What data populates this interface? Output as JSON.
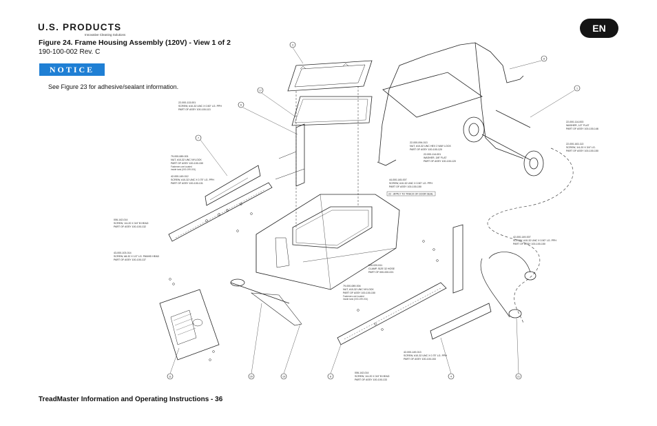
{
  "header": {
    "logo_text": "U.S. PRODUCTS",
    "logo_tagline": "Innovative Cleaning Solutions",
    "language_badge": "EN"
  },
  "figure": {
    "title": "Figure 24.  Frame Housing Assembly (120V) - View 1 of 2",
    "revision": "190-100-002 Rev. C"
  },
  "notice": {
    "label": "NOTICE",
    "text": "See Figure 23 for adhesive/sealant information."
  },
  "callouts": {
    "c1": [
      "22-000-113-001",
      "SCREW, #10-32 UNC X 0.50\" LG. PPH",
      "PART OF ASSY 100-100-113"
    ],
    "c2": [
      "79-000-089-001",
      "NUT, #10-32 UNC NYLOCK",
      "PART OF ASSY 100-100-150"
    ],
    "c2_note": [
      "Fasteners are located",
      "inside tank (000-199-001)"
    ],
    "c3": [
      "42-000-149-012",
      "SCREW, #10-32 UNC X 0.75\" LG. PPH",
      "PART OF ASSY 100-100-131"
    ],
    "c4": [
      "006-142-014",
      "SCREW, 1/4-20 X 3/4\" B HEAD",
      "PART OF ASSY 100-100-132"
    ],
    "c5": [
      "43-000-103-014",
      "SCREW, #8-32 X 1/2\" LG. PANHD HEAD",
      "PART OF ASSY 100-100-137"
    ],
    "c6": [
      "44-000-145-007",
      "SCREW, #10-32 UNC X 0.50\" LG. PPH",
      "PART OF ASSY 100-100-150"
    ],
    "c7": [
      "22 - APPLY TO TRACK OF DOOR SEAL"
    ],
    "c8": [
      "22-000-094-013",
      "NUT, #10-32 UNC HEX 2 WAY LOCK",
      "PART OF ASSY 100-100-120"
    ],
    "c9": [
      "22-000-114-001",
      "WASHER, 3/8\" FLAT",
      "PART OF ASSY 100-100-120"
    ],
    "c10": [
      "22-000-114-003",
      "WASHER, 1/2\" FLAT",
      "PART OF ASSY 100-100-146"
    ],
    "c11": [
      "22-000-163-113",
      "SCREW, 1/4-20 X 3/4\" LG.",
      "PART OF ASSY 100-100-150"
    ],
    "c12": [
      "42-000-149-007",
      "SCREW, #10-32 UNC X 0.50\" LG. PPH",
      "PART OF ASSY 100-100-150"
    ],
    "c13": [
      "000-020-511",
      "CLAMP, SIZE 32 HOSE",
      "PART OF 000-000-021"
    ],
    "c14": [
      "79-000-089-004",
      "NUT, #10-32 UNC NYLOCK",
      "PART OF ASSY 100-100-150"
    ],
    "c14_note": [
      "Fasteners are located",
      "inside tank (000-199-001)"
    ],
    "c15": [
      "42-000-149-013",
      "SCREW, #10-32 UNC X 0.75\" LG. PPH",
      "PART OF ASSY 100-100-153"
    ],
    "c16": [
      "006-142-014",
      "SCREW, 1/4-20 X 3/4\" B HEAD",
      "PART OF ASSY 100-100-133"
    ]
  },
  "bubbles": [
    "3",
    "8",
    "17",
    "6",
    "7",
    "1",
    "11",
    "20",
    "19",
    "8",
    "4",
    "21"
  ],
  "footer": {
    "text": "TreadMaster Information and Operating Instructions - 36"
  }
}
